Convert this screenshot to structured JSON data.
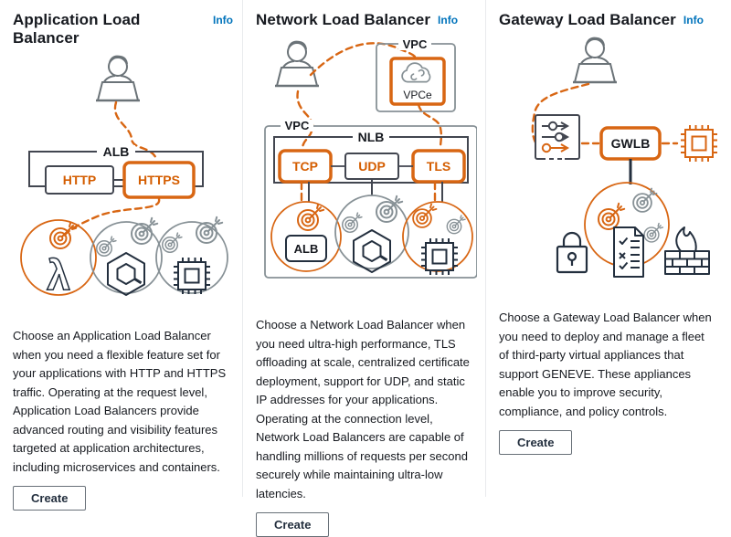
{
  "colors": {
    "accent_orange": "#d86613",
    "link_blue": "#0073bb",
    "dark_line": "#424650",
    "gray_line": "#879196",
    "text": "#16191f"
  },
  "icons": {
    "person": "user-at-laptop-icon",
    "target": "target-group-icon",
    "lambda_glyph": "λ",
    "hexagon": "container-service-icon",
    "chip": "instance-chip-icon",
    "cloud": "vpc-endpoint-cloud-icon",
    "lock": "security-lock-icon",
    "checklist": "compliance-checklist-icon",
    "firewall": "firewall-icon",
    "sliders": "traffic-routing-icon"
  },
  "columns": [
    {
      "title": "Application Load Balancer",
      "info": "Info",
      "description": "Choose an Application Load Balancer when you need a flexible feature set for your applications with HTTP and HTTPS traffic. Operating at the request level, Application Load Balancers provide advanced routing and visibility features targeted at application architectures, including microservices and containers.",
      "create": "Create",
      "diagram": {
        "group_label": "ALB",
        "node1": "HTTP",
        "node2": "HTTPS",
        "lambda": "λ"
      }
    },
    {
      "title": "Network Load Balancer",
      "info": "Info",
      "description": "Choose a Network Load Balancer when you need ultra-high performance, TLS offloading at scale, centralized certificate deployment, support for UDP, and static IP addresses for your applications. Operating at the connection level, Network Load Balancers are capable of handling millions of requests per second securely while maintaining ultra-low latencies.",
      "create": "Create",
      "diagram": {
        "vpc_top_label": "VPC",
        "vpce_label": "VPCe",
        "vpc_label": "VPC",
        "group_label": "NLB",
        "node1": "TCP",
        "node2": "UDP",
        "node3": "TLS",
        "target_label": "ALB"
      }
    },
    {
      "title": "Gateway Load Balancer",
      "info": "Info",
      "description": "Choose a Gateway Load Balancer when you need to deploy and manage a fleet of third-party virtual appliances that support GENEVE. These appliances enable you to improve security, compliance, and policy controls.",
      "create": "Create",
      "diagram": {
        "group_label": "GWLB"
      }
    }
  ]
}
